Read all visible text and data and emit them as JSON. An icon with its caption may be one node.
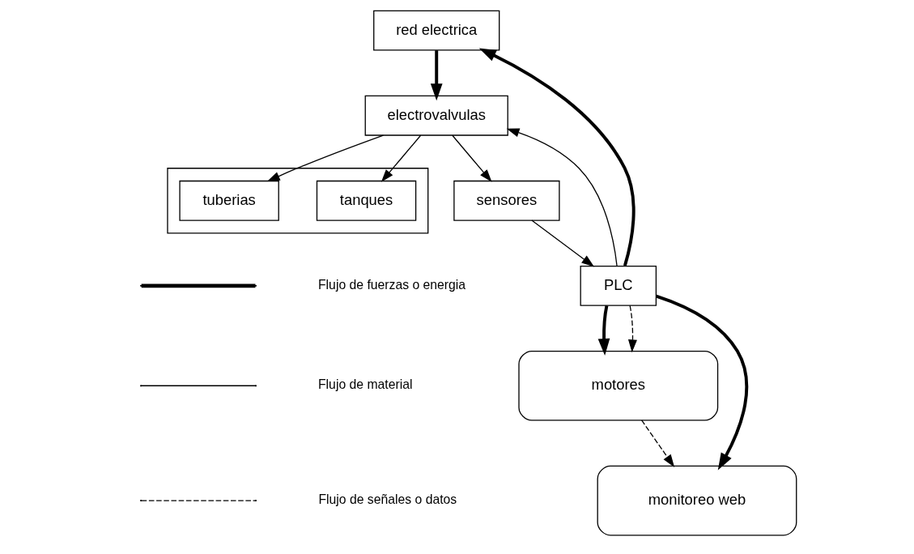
{
  "diagram": {
    "nodes": [
      {
        "text": [],
        "shape": "box"
      },
      {
        "text": [
          "tanques"
        ],
        "in": 0
      },
      {
        "text": [
          "tuberias"
        ],
        "in": 0
      },
      {
        "text": [
          "red electrica"
        ]
      },
      {
        "text": [
          "electrovalvulas"
        ]
      },
      {
        "text": [
          "PLC"
        ]
      },
      {
        "text": [
          "sensores"
        ]
      },
      {
        "text": [
          "motores"
        ]
      },
      {
        "text": [
          "monitoreo web"
        ]
      }
    ],
    "edges": [
      {
        "from": 5,
        "to": 3,
        "arrow": "to",
        "style": "thick"
      },
      {
        "from": 5,
        "to": 7,
        "arrow": "to",
        "style": "thick"
      },
      {
        "from": 5,
        "to": 8,
        "arrow": "to",
        "style": "thick"
      },
      {
        "from": 3,
        "to": 4,
        "arrow": "to",
        "style": "thick"
      },
      {
        "from": 4,
        "to": 1,
        "arrow": "to"
      },
      {
        "from": 4,
        "to": 2,
        "arrow": "to"
      },
      {
        "from": 5,
        "to": 4,
        "arrow": "to"
      },
      {
        "from": 4,
        "to": 6,
        "arrow": "to"
      },
      {
        "from": 6,
        "to": 5,
        "arrow": "to"
      },
      {
        "from": 5,
        "to": 7,
        "arrow": "to",
        "style": "dashed"
      },
      {
        "from": 7,
        "to": 8,
        "arrow": "to",
        "style": "dashed"
      }
    ],
    "legend": [
      {
        "text": "Flujo de fuerzas o energia"
      },
      {
        "text": "Flujo de material"
      },
      {
        "text": "Flujo de señales o datos"
      }
    ]
  }
}
